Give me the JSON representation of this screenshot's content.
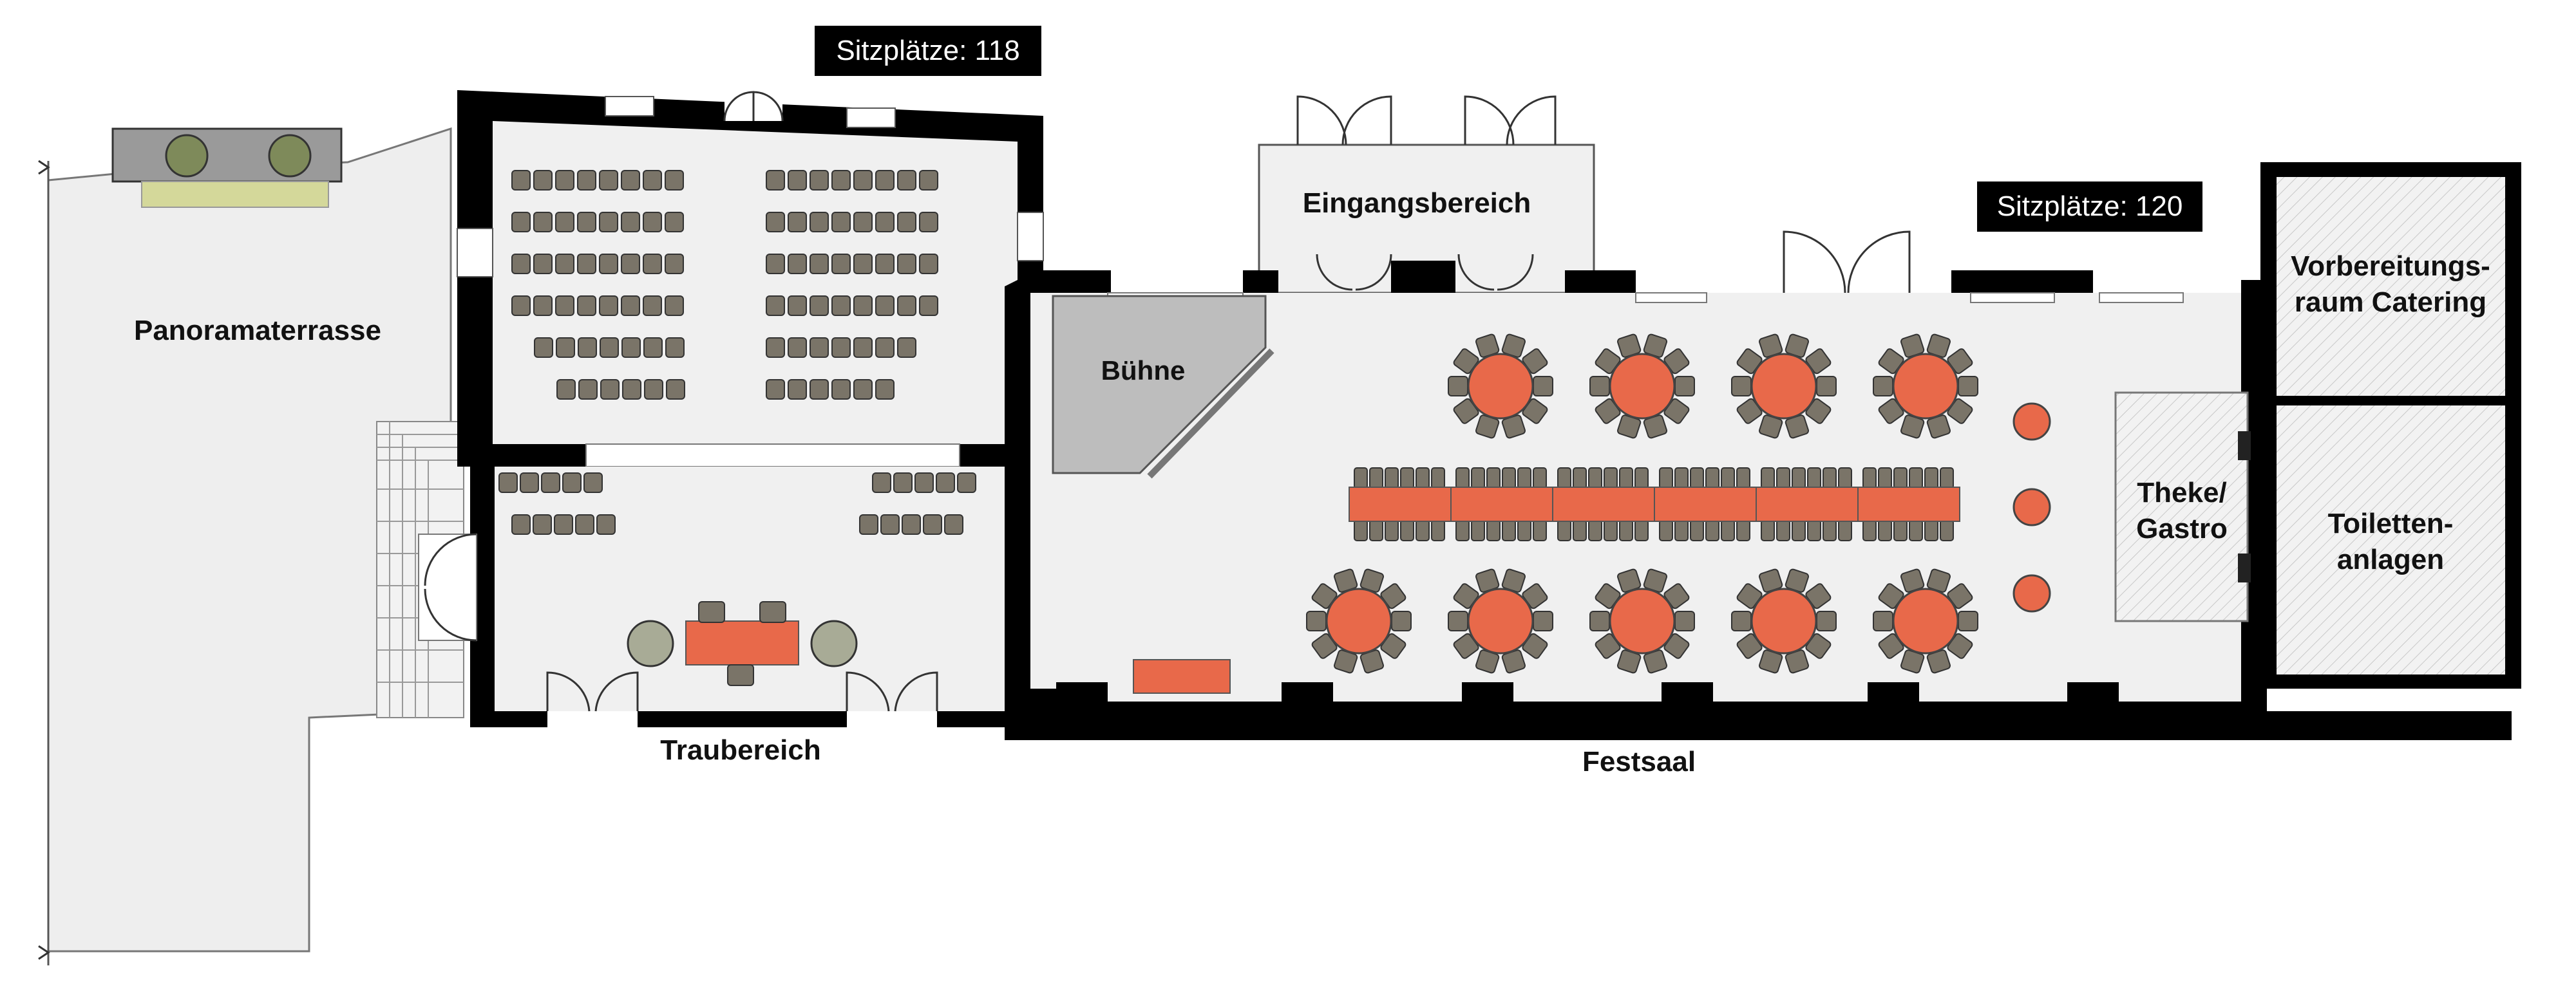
{
  "badges": {
    "seats_left": "Sitzplätze: 118",
    "seats_right": "Sitzplätze: 120"
  },
  "rooms": {
    "panorama": "Panoramaterrasse",
    "stage": "Bühne",
    "entrance": "Eingangsbereich",
    "prep_line1": "Vorbereitungs-",
    "prep_line2": "raum Catering",
    "bar_line1": "Theke/",
    "bar_line2": "Gastro",
    "toilets_line1": "Toiletten-",
    "toilets_line2": "anlagen",
    "ceremony": "Traubereich",
    "festsaal": "Festsaal"
  },
  "colors": {
    "floor": "#f0f0f0",
    "wall": "#000000",
    "table": "#e8694a",
    "chair": "#7a7468",
    "stage": "#bdbdbd",
    "terrace": "#eeeeee",
    "planter": "#d4d89a"
  }
}
